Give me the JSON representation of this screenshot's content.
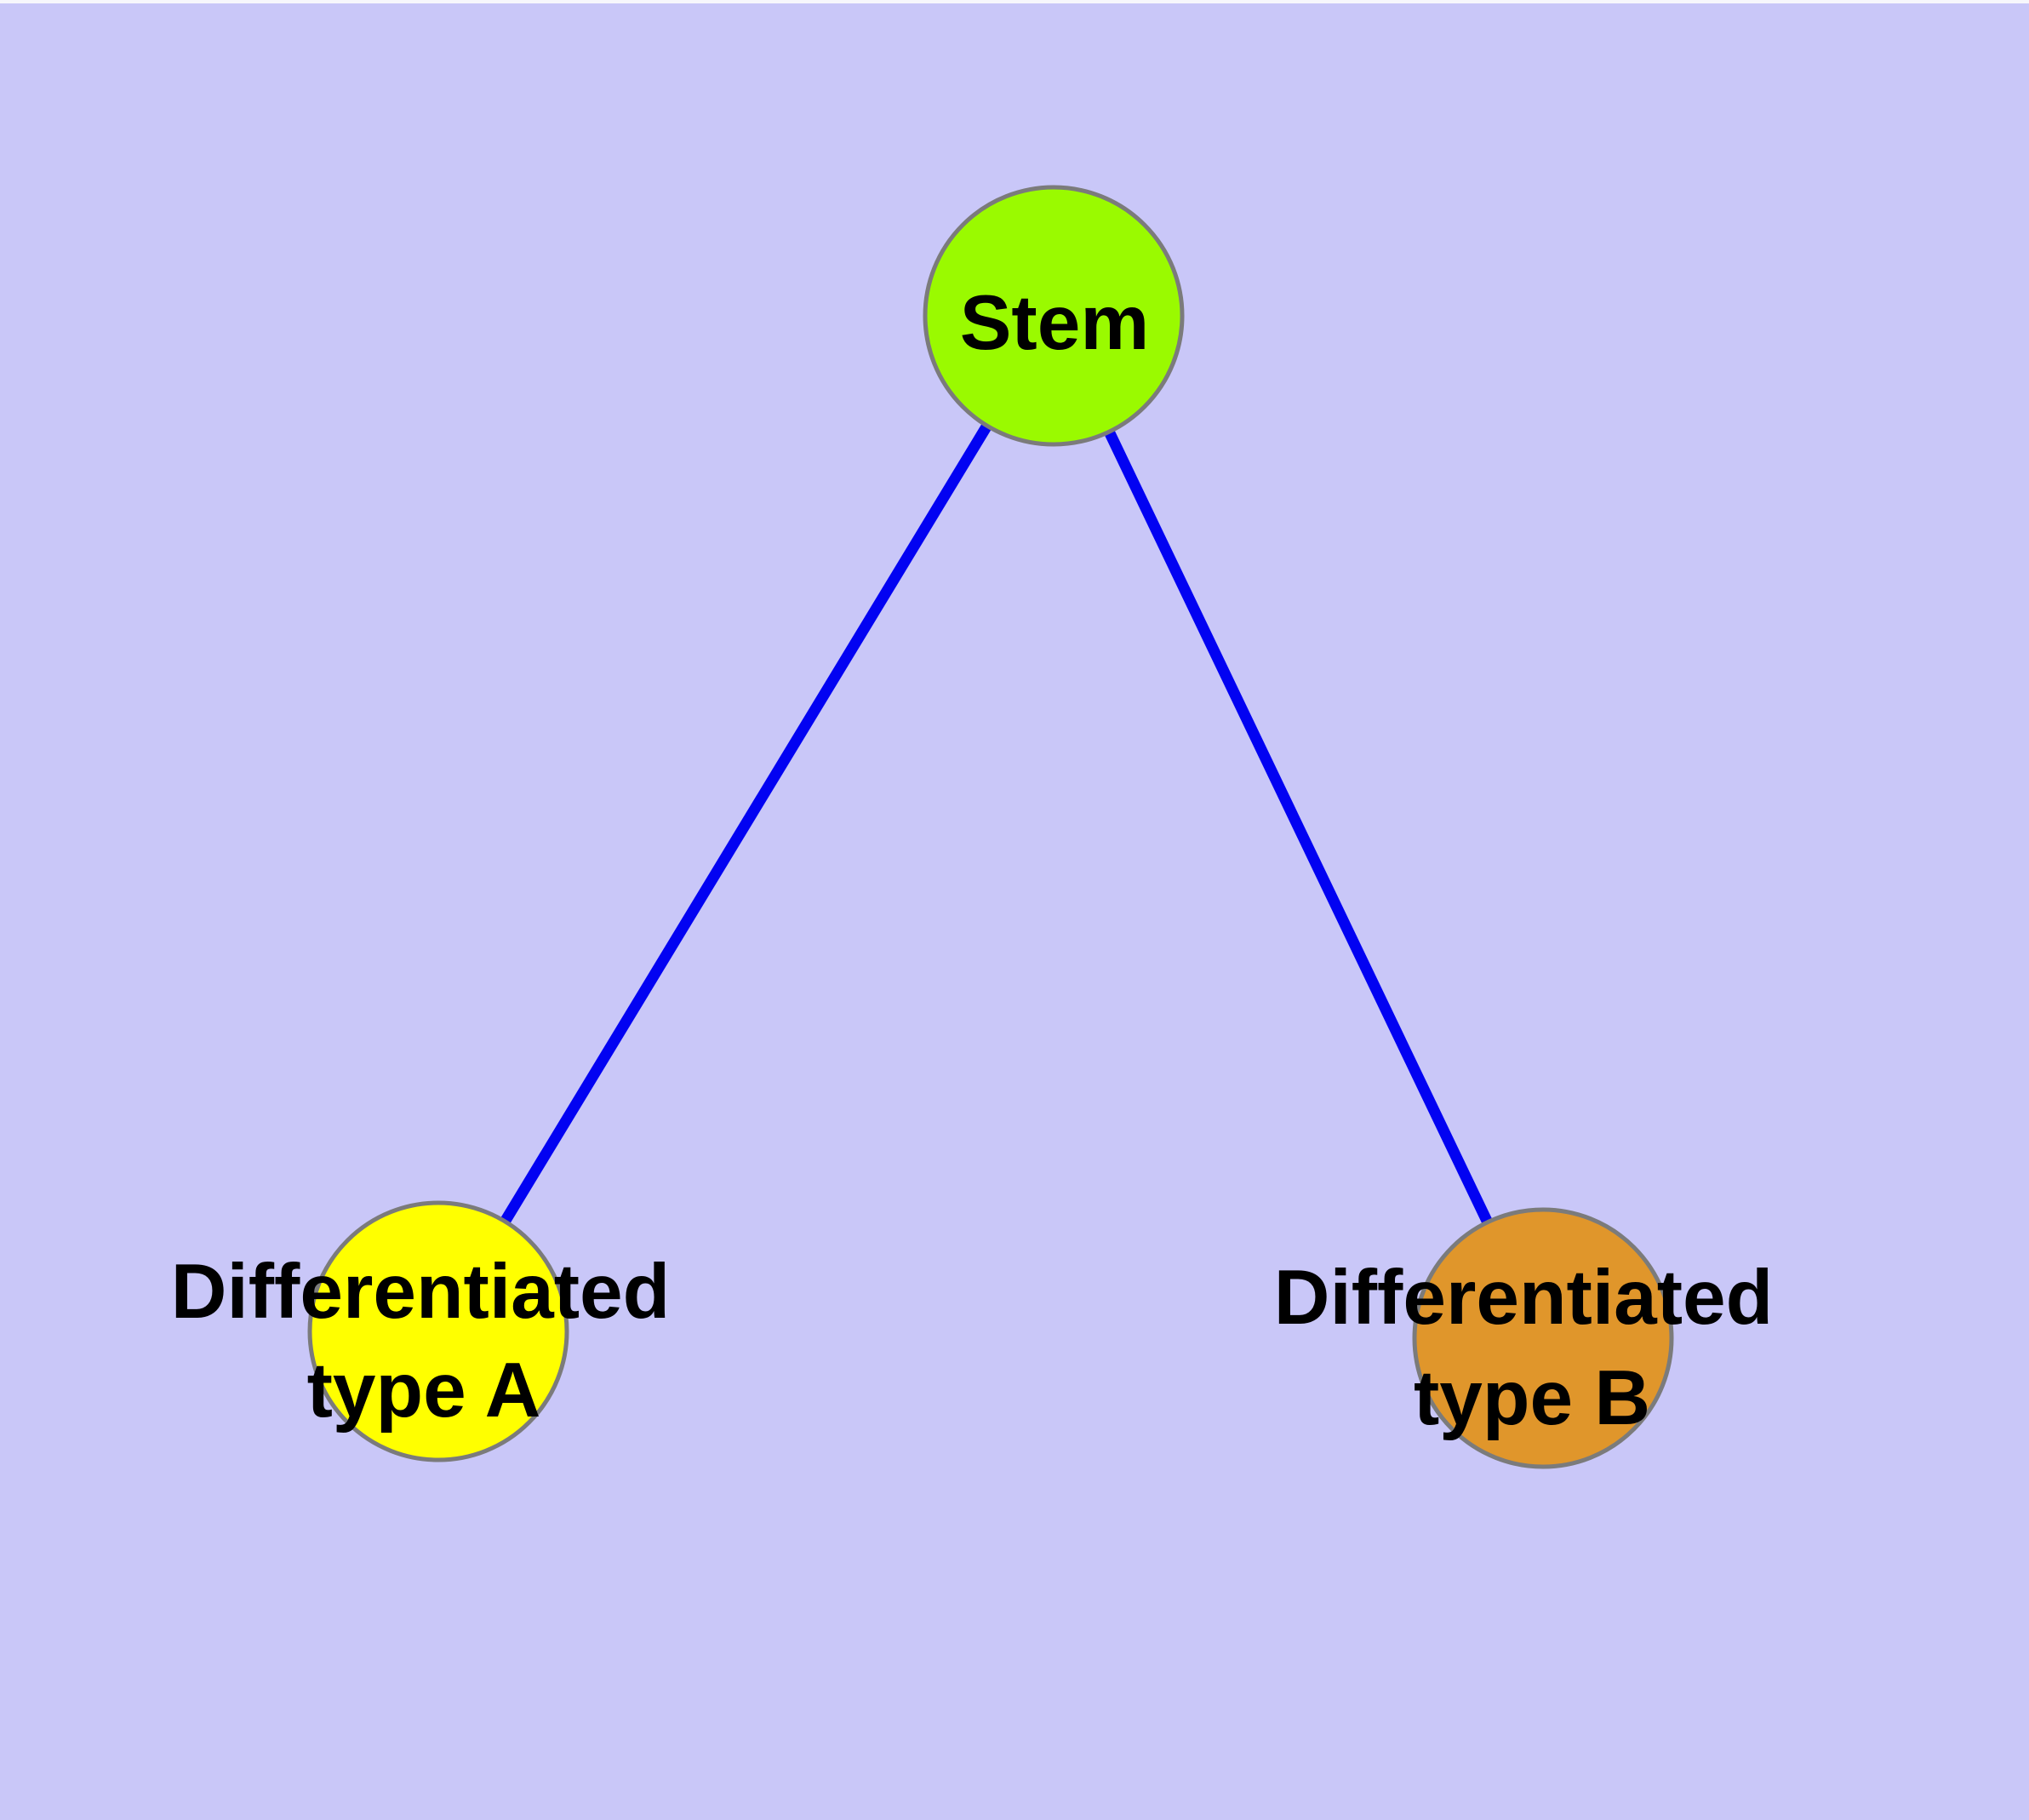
{
  "diagram": {
    "type": "graph",
    "description": "Stem cell differentiation diagram: one stem node connected to two differentiated cell type nodes",
    "colors": {
      "background": "#c9c7f8",
      "top_margin": "#f7f7fc",
      "edge": "#0202f2",
      "node_border": "#7b7b7b",
      "label": "#000000"
    },
    "nodes": [
      {
        "id": "stem",
        "label": "Stem",
        "color": "#9afa00"
      },
      {
        "id": "differentiated-type-a",
        "label": "Differentiated type A",
        "label_lines": [
          "Differentiated",
          "type A"
        ],
        "color": "#ffff00"
      },
      {
        "id": "differentiated-type-b",
        "label": "Differentiated type B",
        "label_lines": [
          "Differentiated",
          "type B"
        ],
        "color": "#e0962b"
      }
    ],
    "edges": [
      {
        "from": "Stem",
        "to": "Differentiated type A"
      },
      {
        "from": "Stem",
        "to": "Differentiated type B"
      }
    ]
  }
}
